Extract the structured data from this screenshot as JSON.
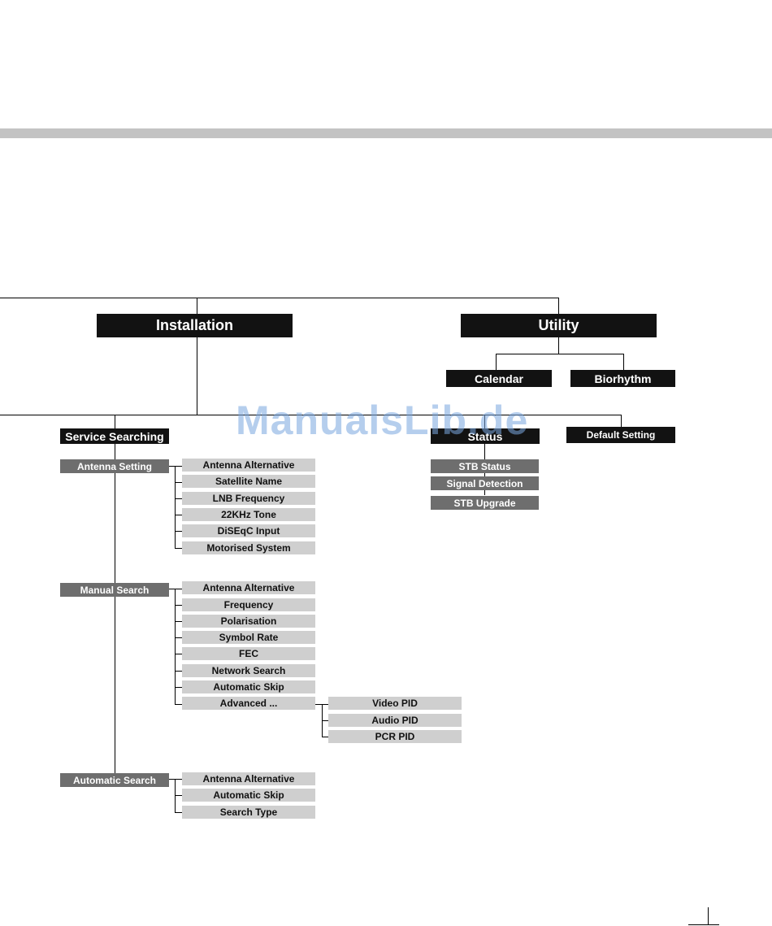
{
  "watermark": "ManualsLib.de",
  "top": {
    "installation": "Installation",
    "utility": "Utility"
  },
  "utility_children": {
    "calendar": "Calendar",
    "biorhythm": "Biorhythm"
  },
  "second_level": {
    "service_searching": "Service Searching",
    "status": "Status",
    "default_setting": "Default Setting"
  },
  "status_children": [
    "STB Status",
    "Signal Detection",
    "STB Upgrade"
  ],
  "antenna_setting": {
    "label": "Antenna Setting",
    "items": [
      "Antenna Alternative",
      "Satellite Name",
      "LNB Frequency",
      "22KHz Tone",
      "DiSEqC Input",
      "Motorised System"
    ]
  },
  "manual_search": {
    "label": "Manual Search",
    "items": [
      "Antenna Alternative",
      "Frequency",
      "Polarisation",
      "Symbol Rate",
      "FEC",
      "Network Search",
      "Automatic Skip",
      "Advanced ..."
    ]
  },
  "advanced": {
    "items": [
      "Video PID",
      "Audio PID",
      "PCR PID"
    ]
  },
  "automatic_search": {
    "label": "Automatic Search",
    "items": [
      "Antenna Alternative",
      "Automatic Skip",
      "Search Type"
    ]
  }
}
